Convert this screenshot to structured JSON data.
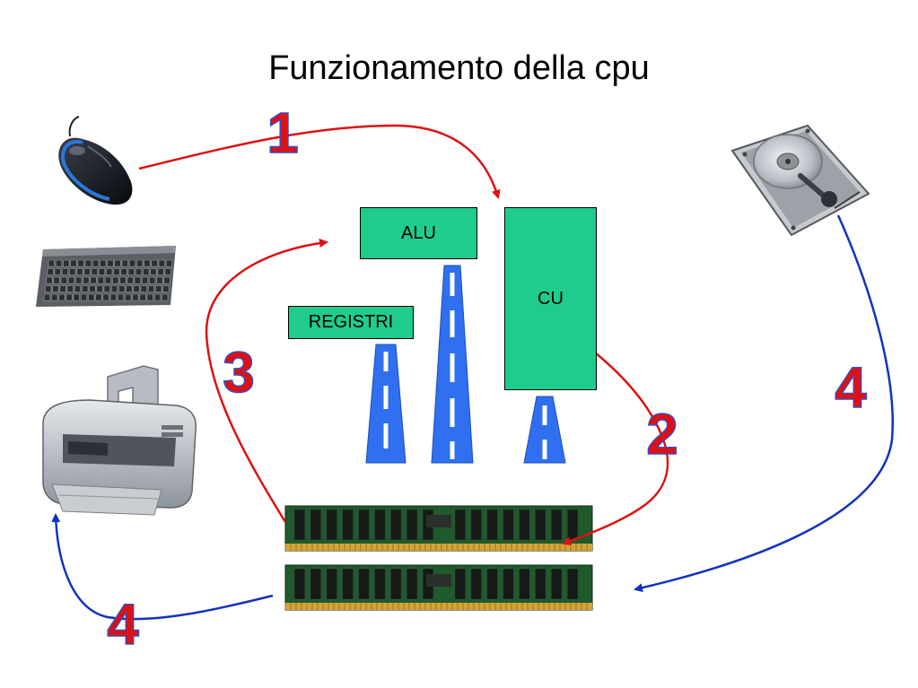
{
  "slide": {
    "title": "Funzionamento della cpu"
  },
  "cpu": {
    "alu_label": "ALU",
    "cu_label": "CU",
    "registri_label": "REGISTRI"
  },
  "steps": {
    "step1": "1",
    "step2": "2",
    "step3": "3",
    "step4_right": "4",
    "step4_left": "4"
  },
  "colors": {
    "box_fill": "#1fcc8c",
    "bus_blue": "#2f6ff0",
    "arrow_red": "#dd1111",
    "arrow_blue": "#1133bb",
    "number_red": "#e01010"
  },
  "icons": {
    "mouse": "mouse-icon",
    "keyboard": "keyboard-icon",
    "printer": "printer-icon",
    "hard_disk": "hard-disk-icon",
    "ram_top": "ram-module-icon",
    "ram_bottom": "ram-module-icon"
  }
}
